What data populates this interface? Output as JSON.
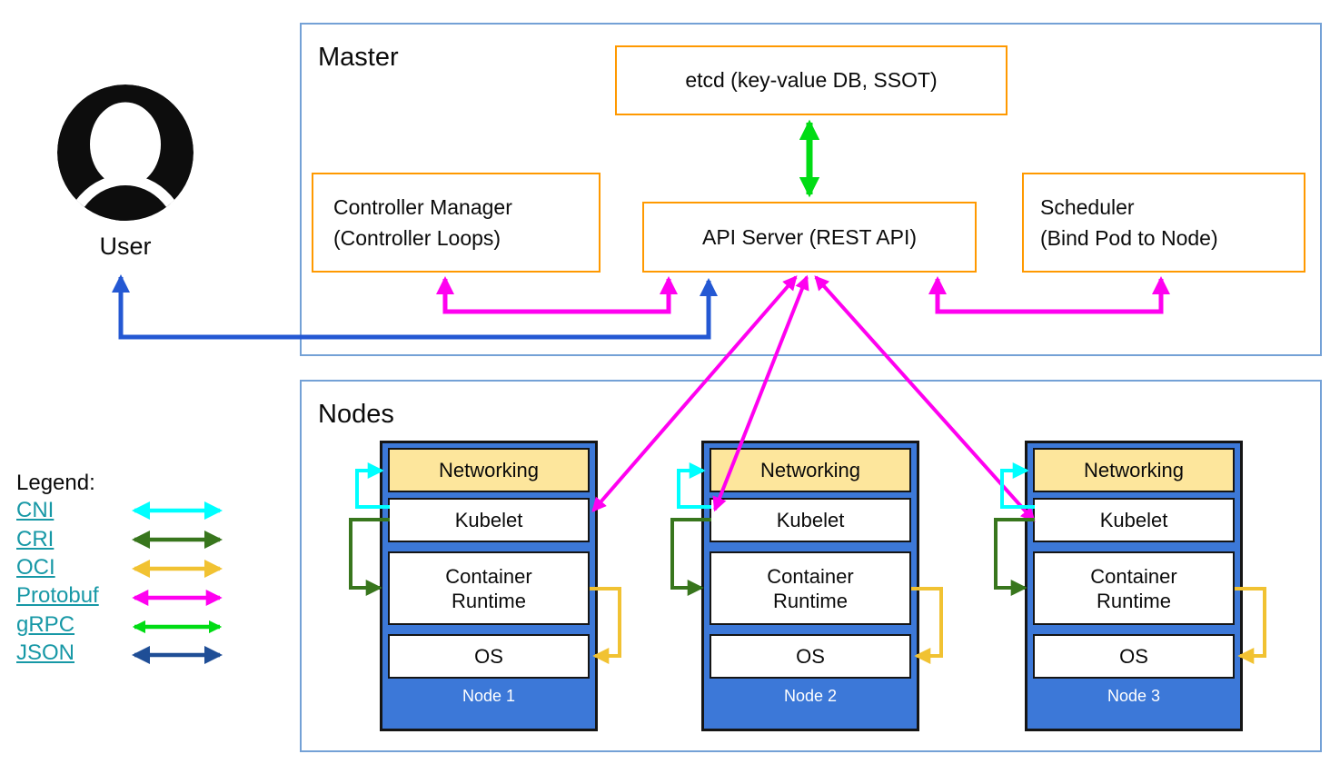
{
  "user": {
    "label": "User"
  },
  "master": {
    "title": "Master",
    "etcd_label": "etcd (key-value DB, SSOT)",
    "controller_manager_line1": "Controller Manager",
    "controller_manager_line2": "(Controller Loops)",
    "api_server_label": "API Server (REST API)",
    "scheduler_line1": "Scheduler",
    "scheduler_line2": "(Bind Pod to Node)"
  },
  "nodes_section": {
    "title": "Nodes",
    "nodes": [
      {
        "networking": "Networking",
        "kubelet": "Kubelet",
        "container_runtime": "Container Runtime",
        "os": "OS",
        "label": "Node 1"
      },
      {
        "networking": "Networking",
        "kubelet": "Kubelet",
        "container_runtime": "Container Runtime",
        "os": "OS",
        "label": "Node 2"
      },
      {
        "networking": "Networking",
        "kubelet": "Kubelet",
        "container_runtime": "Container Runtime",
        "os": "OS",
        "label": "Node 3"
      }
    ]
  },
  "legend": {
    "title": "Legend:",
    "items": [
      {
        "label": "CNI",
        "color": "#00ffff"
      },
      {
        "label": "CRI",
        "color": "#38761d"
      },
      {
        "label": "OCI",
        "color": "#f1c232"
      },
      {
        "label": "Protobuf",
        "color": "#ff00f0"
      },
      {
        "label": "gRPC",
        "color": "#00dc14"
      },
      {
        "label": "JSON",
        "color": "#1f4e96"
      }
    ]
  },
  "colors": {
    "node_fill": "#3c78d8",
    "networking_fill": "#fde69c",
    "component_border": "#ff9900",
    "section_border": "#74a1d6",
    "user_json_arrow": "#2458d3",
    "protobuf_arrow": "#ff00f0",
    "grpc_arrow": "#00dc14",
    "legend_link": "#1798a6"
  }
}
